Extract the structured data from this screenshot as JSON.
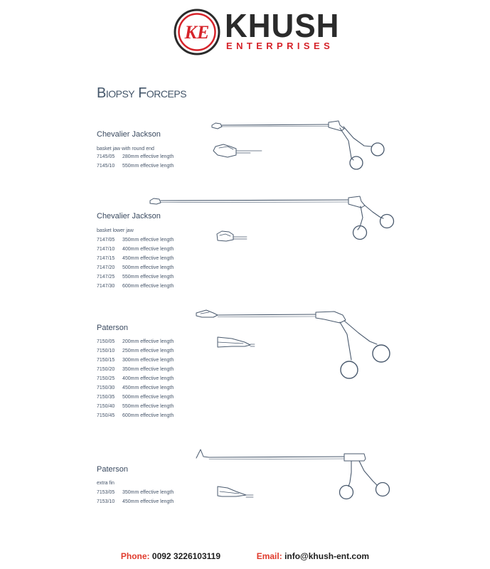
{
  "header": {
    "logo_initials": "KE",
    "brand_name": "KHUSH",
    "brand_sub": "ENTERPRISES",
    "brand_red": "#d6232a"
  },
  "page_title": "Biopsy Forceps",
  "sections": [
    {
      "title": "Chevalier Jackson",
      "description": "basket jaw with round end",
      "items": [
        {
          "code": "7145/05",
          "spec": "280mm effective length"
        },
        {
          "code": "7145/10",
          "spec": "550mm effective length"
        }
      ]
    },
    {
      "title": "Chevalier Jackson",
      "description": "basket lower jaw",
      "items": [
        {
          "code": "7147/05",
          "spec": "350mm effective length"
        },
        {
          "code": "7147/10",
          "spec": "400mm effective length"
        },
        {
          "code": "7147/15",
          "spec": "450mm effective length"
        },
        {
          "code": "7147/20",
          "spec": "500mm effective length"
        },
        {
          "code": "7147/25",
          "spec": "550mm effective length"
        },
        {
          "code": "7147/30",
          "spec": "600mm effective length"
        }
      ]
    },
    {
      "title": "Paterson",
      "items": [
        {
          "code": "7150/05",
          "spec": "200mm effective length"
        },
        {
          "code": "7150/10",
          "spec": "250mm effective length"
        },
        {
          "code": "7150/15",
          "spec": "300mm effective length"
        },
        {
          "code": "7150/20",
          "spec": "350mm effective length"
        },
        {
          "code": "7150/25",
          "spec": "400mm effective length"
        },
        {
          "code": "7150/30",
          "spec": "450mm effective length"
        },
        {
          "code": "7150/35",
          "spec": "500mm effective length"
        },
        {
          "code": "7150/40",
          "spec": "550mm effective length"
        },
        {
          "code": "7150/45",
          "spec": "600mm effective length"
        }
      ]
    },
    {
      "title": "Paterson",
      "description": "extra fin",
      "items": [
        {
          "code": "7153/05",
          "spec": "350mm effective length"
        },
        {
          "code": "7153/10",
          "spec": "450mm effective length"
        }
      ]
    }
  ],
  "footer": {
    "phone_label": "Phone:",
    "phone": "0092 3226103119",
    "email_label": "Email:",
    "email": "info@khush-ent.com"
  }
}
